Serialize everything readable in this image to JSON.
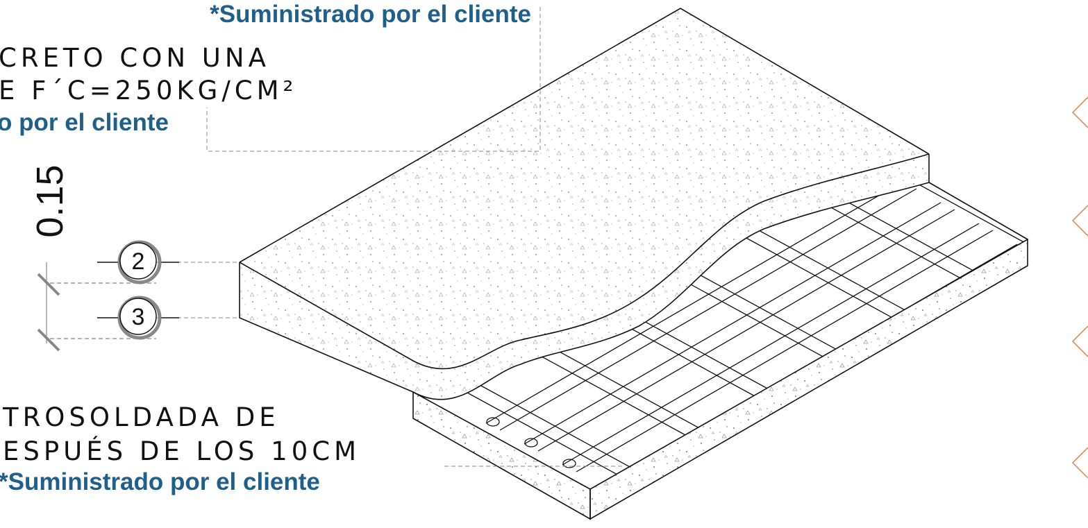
{
  "labels": {
    "note_top": "*Suministrado por el cliente",
    "note_mid": "o por el cliente",
    "note_bottom": "*Suministrado por el cliente",
    "concrete_line1": "CRETO CON UNA",
    "concrete_line2": "E F´C=250KG/CM²",
    "mesh_line1": "TROSOLDADA DE",
    "mesh_line2": "ESPUÉS DE LOS 10CM",
    "dimension": "0.15",
    "tag_2": "2",
    "tag_3": "3"
  },
  "colors": {
    "note_text": "#1f5f8c",
    "linework": "#111111",
    "accent_marks": "#e0804a",
    "tag_shadow": "#888888"
  }
}
